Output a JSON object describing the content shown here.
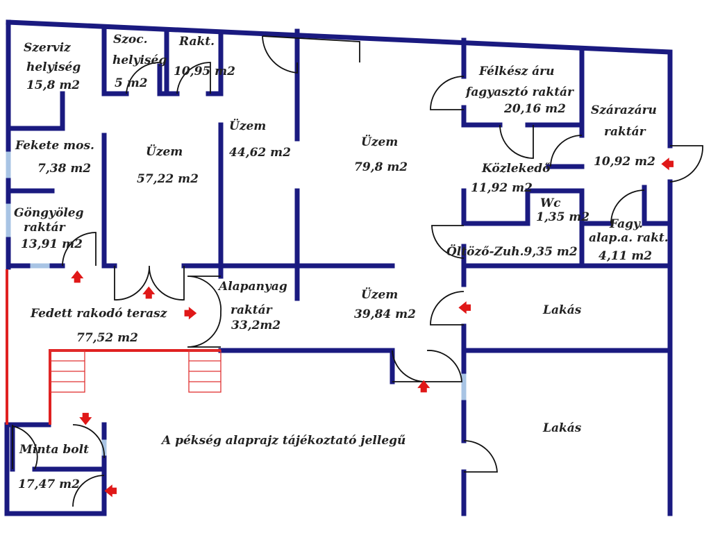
{
  "rooms": {
    "szerviz": {
      "l1": "Szerviz",
      "l2": "helyiség",
      "area": "15,8 m2"
    },
    "szoc": {
      "l1": "Szoc.",
      "l2": "helyiség",
      "area": "5 m2"
    },
    "rakt": {
      "l1": "Rakt.",
      "area": "10,95 m2"
    },
    "uzem44": {
      "l1": "Üzem",
      "area": "44,62 m2"
    },
    "uzem79": {
      "l1": "Üzem",
      "area": "79,8 m2"
    },
    "uzem57": {
      "l1": "Üzem",
      "area": "57,22 m2"
    },
    "fekete": {
      "l1": "Fekete mos.",
      "area": "7,38 m2"
    },
    "gongyoleg": {
      "l1": "Göngyöleg",
      "l2": "raktár",
      "area": "13,91 m2"
    },
    "felkesz": {
      "l1": "Félkész áru",
      "l2": "fagyasztó raktár",
      "area": "20,16 m2"
    },
    "szarazaru": {
      "l1": "Szárazáru",
      "l2": "raktár",
      "area": "10,92 m2"
    },
    "kozlekedo": {
      "l1": "Közlekedő",
      "area": "11,92 m2"
    },
    "wc": {
      "l1": "Wc",
      "area": "1,35 m2"
    },
    "fagy": {
      "l1": "Fagy.",
      "l2": "alap.a. rakt.",
      "area": "4,11 m2"
    },
    "oltozo": {
      "l1": "Öltöző-Zuh.9,35 m2"
    },
    "fedett": {
      "l1": "Fedett rakodó terasz",
      "area": "77,52 m2"
    },
    "alapanyag": {
      "l1": "Alapanyag",
      "l2": "raktár",
      "area": "33,2m2"
    },
    "uzem39": {
      "l1": "Üzem",
      "area": "39,84 m2"
    },
    "lakas1": {
      "l1": "Lakás"
    },
    "lakas2": {
      "l1": "Lakás"
    },
    "minta": {
      "l1": "Minta bolt",
      "area": "17,47 m2"
    }
  },
  "note": "A pékség alaprajz tájékoztató jellegű",
  "colors": {
    "wall": "#1a1a80",
    "terrace": "#e02020",
    "window": "#a8c4e4",
    "arrow": "#e01818"
  },
  "icons": {
    "arrow": "entrance-arrow-icon"
  }
}
